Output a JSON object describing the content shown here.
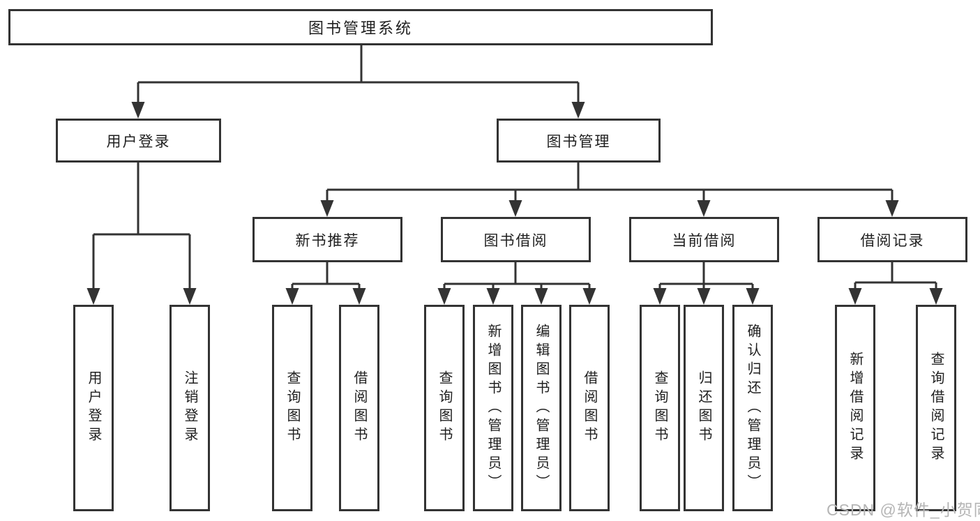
{
  "diagram_title": "图书管理系统",
  "nodes": {
    "root": {
      "label": "图书管理系统"
    },
    "user_login": {
      "label": "用户登录"
    },
    "book_mgmt": {
      "label": "图书管理"
    },
    "login": {
      "label": "用户登录"
    },
    "logout": {
      "label": "注销登录"
    },
    "new_book_rec": {
      "label": "新书推荐"
    },
    "book_borrow": {
      "label": "图书借阅"
    },
    "current_borrow": {
      "label": "当前借阅"
    },
    "borrow_record": {
      "label": "借阅记录"
    },
    "nbr_query": {
      "label": "查询图书"
    },
    "nbr_borrow": {
      "label": "借阅图书"
    },
    "bb_query": {
      "label": "查询图书"
    },
    "bb_add": {
      "label": "新增图书（管理员）"
    },
    "bb_edit": {
      "label": "编辑图书（管理员）"
    },
    "bb_borrow": {
      "label": "借阅图书"
    },
    "cb_query": {
      "label": "查询图书"
    },
    "cb_return": {
      "label": "归还图书"
    },
    "cb_confirm": {
      "label": "确认归还（管理员）"
    },
    "br_add": {
      "label": "新增借阅记录"
    },
    "br_query": {
      "label": "查询借阅记录"
    }
  },
  "hierarchy": {
    "图书管理系统": {
      "用户登录": [
        "用户登录",
        "注销登录"
      ],
      "图书管理": {
        "新书推荐": [
          "查询图书",
          "借阅图书"
        ],
        "图书借阅": [
          "查询图书",
          "新增图书（管理员）",
          "编辑图书（管理员）",
          "借阅图书"
        ],
        "当前借阅": [
          "查询图书",
          "归还图书",
          "确认归还（管理员）"
        ],
        "借阅记录": [
          "新增借阅记录",
          "查询借阅记录"
        ]
      }
    }
  },
  "watermark": {
    "text": "CSDN @软件_小贺同学"
  },
  "colors": {
    "line": "#333333",
    "text": "#1f1f1f",
    "watermark": "#b5b5b5",
    "background": "#ffffff"
  }
}
